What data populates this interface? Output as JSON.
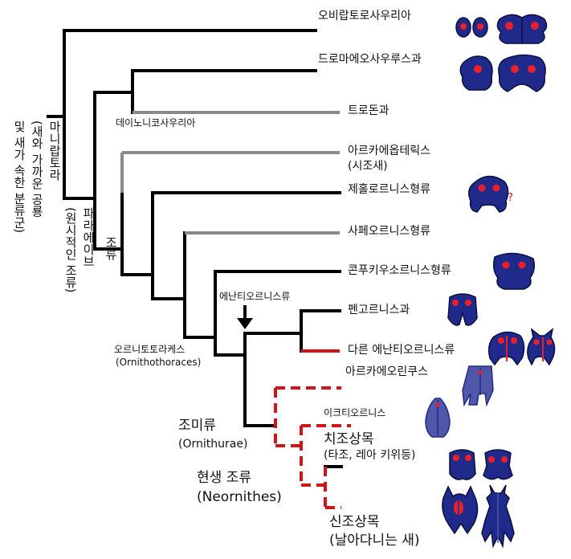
{
  "taxa": {
    "obirap": "오비랍토로사우리아",
    "dromaeo": "드로마에오사우루스과",
    "troodon": "트로돈과",
    "archaeopteryx": "아르카에옵테릭스",
    "archaeopteryx_sub": "(시조새)",
    "jeholornis": "제홀로르니스형류",
    "sapeornis": "사페오르니스형류",
    "confuciusornis": "콘푸키우소르니스형류",
    "pengornis": "펜고르니스과",
    "other_enantiornithes": "다른 에난티오르니스류",
    "archaeorhynchus": "아르카에오린쿠스",
    "ichthyornis": "이크티오르니스",
    "paleognath": "치조상목",
    "paleognath_sub": "(타조, 레아 키위등)",
    "neognath": "신조상목",
    "neognath_sub": "(날아다니는 새)"
  },
  "clades": {
    "deinonychosauria": "데이노니코사우리아",
    "enantiornithes": "에난티오르니스류",
    "ornithothoraces": "오르니토토라케스",
    "ornithothoraces_en": "(Ornithothoraces)",
    "ornithurae": "조미류",
    "ornithurae_en": "(Ornithurae)",
    "neornithes": "현생 조류",
    "neornithes_en": "(Neornithes)",
    "maniraptora_1": "마니랍토라",
    "maniraptora_2": "(새와 가까운 공룡",
    "maniraptora_3": "및 새가 속한 분류군)",
    "paraves_1": "파라에이브",
    "paraves_2": "(원시적인 조류)",
    "aves": "조류"
  },
  "colors": {
    "branch": "#000000",
    "uncertain_branch": "#8a8a8a",
    "enantiornithes_branch": "#d0141a",
    "neornithes_dashed": "#d0141a",
    "fossil_dark": "#1f2a8a",
    "fossil_light": "#4f57a6",
    "highlight": "#e8202a"
  },
  "icons": [
    "oviraptorosaur-sternum-icon",
    "dromaeosaur-sternum-icon",
    "jeholornis-sternum-icon",
    "confuciusornis-sternum-icon",
    "pengornis-sternum-icon",
    "enantiornithes-sternum-icon",
    "archaeorhynchus-sternum-icon",
    "ichthyornis-sternum-icon",
    "paleognath-sternum-icon",
    "neognath-sternum-icon"
  ]
}
